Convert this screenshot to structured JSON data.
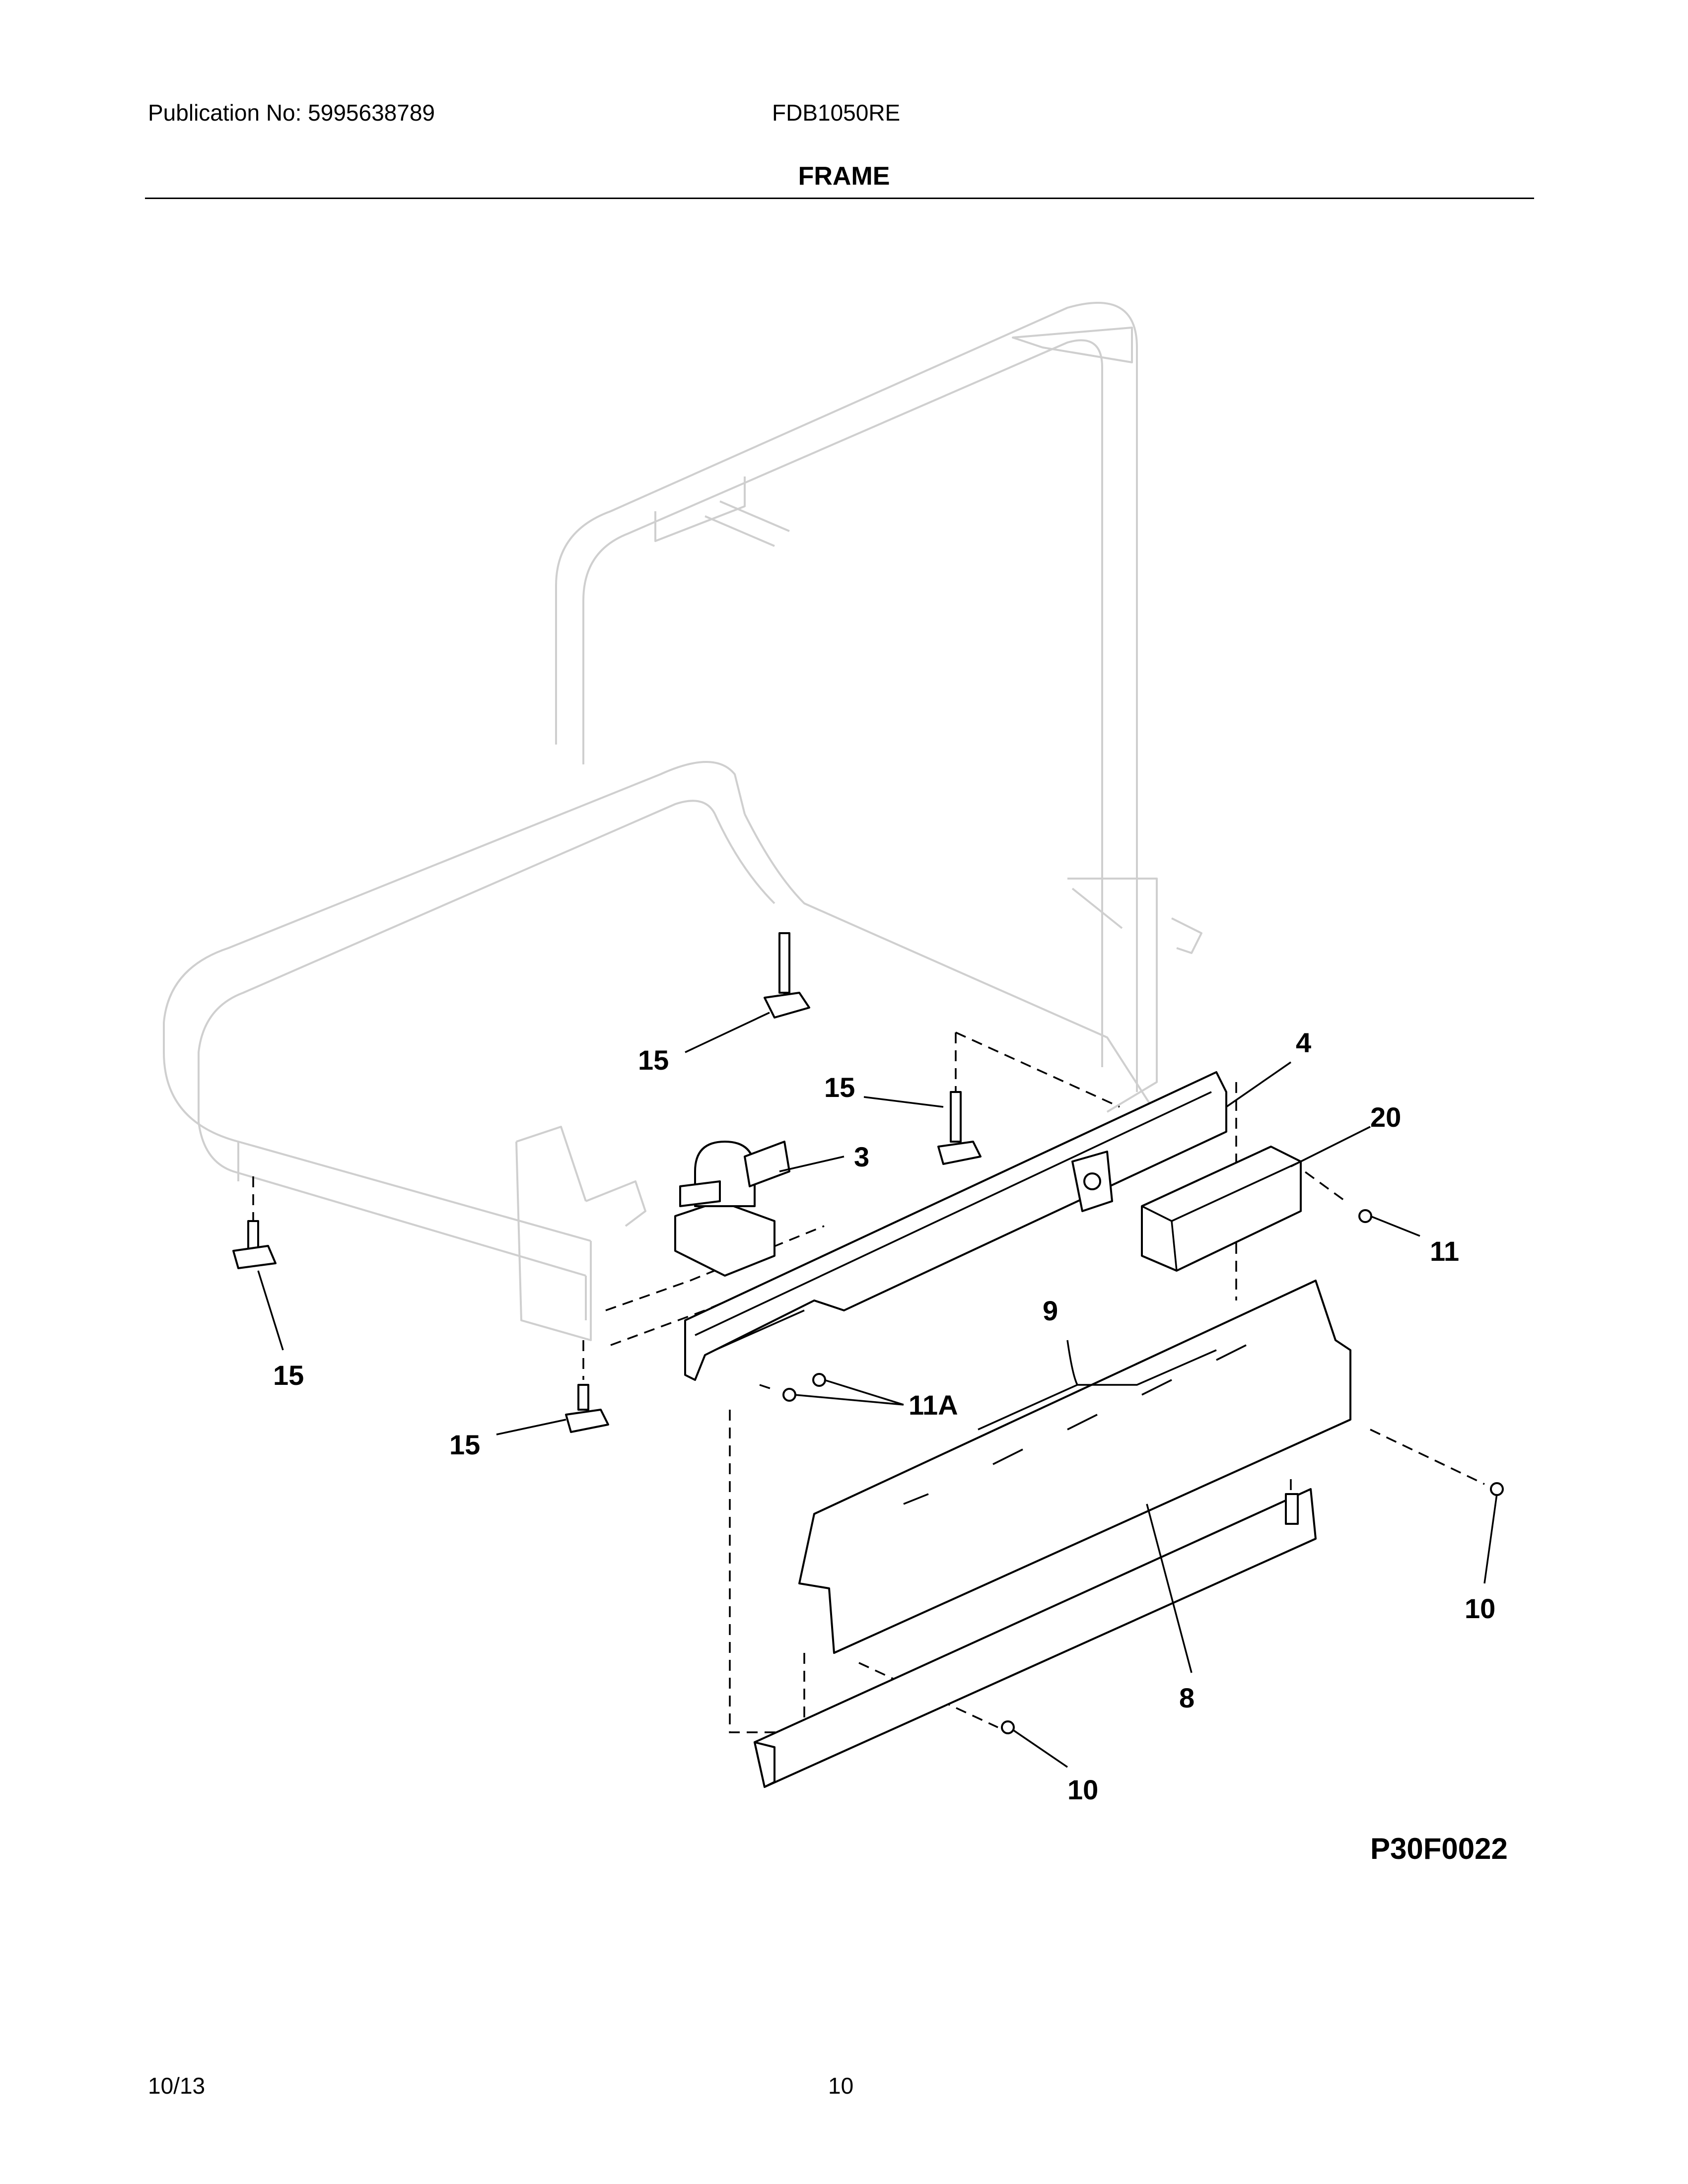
{
  "header": {
    "publication": "Publication No: 5995638789",
    "model": "FDB1050RE",
    "section_title": "FRAME"
  },
  "diagram": {
    "callouts": {
      "c4": "4",
      "c20": "20",
      "c3": "3",
      "c11": "11",
      "c11a": "11A",
      "c9": "9",
      "c10a": "10",
      "c10b": "10",
      "c8": "8",
      "c15a": "15",
      "c15b": "15",
      "c15c": "15",
      "c15d": "15"
    },
    "figure_id": "P30F0022"
  },
  "footer": {
    "date": "10/13",
    "page_number": "10"
  }
}
